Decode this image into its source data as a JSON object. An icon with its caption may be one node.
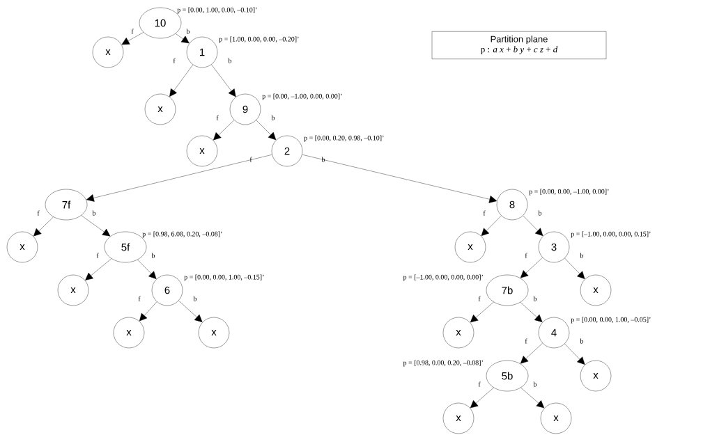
{
  "diagram": {
    "nodes": [
      {
        "text": [
          "10"
        ],
        "beside": [
          "p = [0.00, 1.00, 0.00, –0.10]’"
        ]
      },
      {
        "text": [
          "x"
        ]
      },
      {
        "text": [
          "1"
        ],
        "beside": [
          "p = [1.00, 0.00, 0.00, –0.20]’"
        ]
      },
      {
        "text": [
          "x"
        ]
      },
      {
        "text": [
          "9"
        ],
        "beside": [
          "p = [0.00, –1.00, 0.00, 0.00]’"
        ]
      },
      {
        "text": [
          "x"
        ]
      },
      {
        "text": [
          "2"
        ],
        "beside": [
          "p = [0.00, 0.20, 0.98, –0.10]’"
        ]
      },
      {
        "text": [
          "7f"
        ]
      },
      {
        "text": [
          "8"
        ],
        "beside": [
          "p = [0.00, 0.00, –1.00, 0.00]’"
        ]
      },
      {
        "text": [
          "x"
        ]
      },
      {
        "text": [
          "5f"
        ],
        "beside": [
          "p = [0.98, 6.08, 0.20, –0.08]’"
        ]
      },
      {
        "text": [
          "x"
        ]
      },
      {
        "text": [
          "3"
        ],
        "beside": [
          "p = [–1.00, 0.00, 0.00, 0.15]’"
        ]
      },
      {
        "text": [
          "x"
        ]
      },
      {
        "text": [
          "6"
        ],
        "beside": [
          "p = [0.00, 0.00, 1.00, –0.15]’"
        ]
      },
      {
        "text": [
          "7b"
        ],
        "beside": [
          "p = [–1.00, 0.00, 0.00, 0.00]’"
        ]
      },
      {
        "text": [
          "x"
        ]
      },
      {
        "text": [
          "x"
        ]
      },
      {
        "text": [
          "x"
        ]
      },
      {
        "text": [
          "x"
        ]
      },
      {
        "text": [
          "4"
        ],
        "beside": [
          "p = [0.00, 0.00, 1.00, –0.05]’"
        ]
      },
      {
        "text": [
          "5b"
        ],
        "beside": [
          "p = [0.98, 0.00, 0.20, –0.08]’"
        ]
      },
      {
        "text": [
          "x"
        ]
      },
      {
        "text": [
          "x"
        ]
      },
      {
        "text": [
          "x"
        ]
      },
      {
        "text": [
          "Partition plane",
          "p : *a x* + *b y* + *c z* + *d*"
        ]
      }
    ],
    "edges": [
      {
        "from": 0,
        "to": 1,
        "arrow": "to",
        "label": "f"
      },
      {
        "from": 0,
        "to": 2,
        "arrow": "to",
        "label": "b"
      },
      {
        "from": 2,
        "to": 3,
        "arrow": "to",
        "label": "f"
      },
      {
        "from": 2,
        "to": 4,
        "arrow": "to",
        "label": "b"
      },
      {
        "from": 4,
        "to": 5,
        "arrow": "to",
        "label": "f"
      },
      {
        "from": 4,
        "to": 6,
        "arrow": "to",
        "label": "b"
      },
      {
        "from": 6,
        "to": 7,
        "arrow": "to",
        "label": "f"
      },
      {
        "from": 6,
        "to": 8,
        "arrow": "to",
        "label": "b"
      },
      {
        "from": 7,
        "to": 9,
        "arrow": "to",
        "label": "f"
      },
      {
        "from": 7,
        "to": 10,
        "arrow": "to",
        "label": "b"
      },
      {
        "from": 8,
        "to": 11,
        "arrow": "to",
        "label": "f"
      },
      {
        "from": 8,
        "to": 12,
        "arrow": "to",
        "label": "b"
      },
      {
        "from": 10,
        "to": 13,
        "arrow": "to",
        "label": "f"
      },
      {
        "from": 10,
        "to": 14,
        "arrow": "to",
        "label": "b"
      },
      {
        "from": 12,
        "to": 15,
        "arrow": "to",
        "label": "f"
      },
      {
        "from": 12,
        "to": 16,
        "arrow": "to",
        "label": "b"
      },
      {
        "from": 14,
        "to": 17,
        "arrow": "to",
        "label": "f"
      },
      {
        "from": 14,
        "to": 18,
        "arrow": "to",
        "label": "b"
      },
      {
        "from": 15,
        "to": 19,
        "arrow": "to",
        "label": "f"
      },
      {
        "from": 15,
        "to": 20,
        "arrow": "to",
        "label": "b"
      },
      {
        "from": 20,
        "to": 21,
        "arrow": "to",
        "label": "f"
      },
      {
        "from": 20,
        "to": 22,
        "arrow": "to",
        "label": "b"
      },
      {
        "from": 21,
        "to": 23,
        "arrow": "to",
        "label": "f"
      },
      {
        "from": 21,
        "to": 24,
        "arrow": "to",
        "label": "b"
      }
    ]
  }
}
